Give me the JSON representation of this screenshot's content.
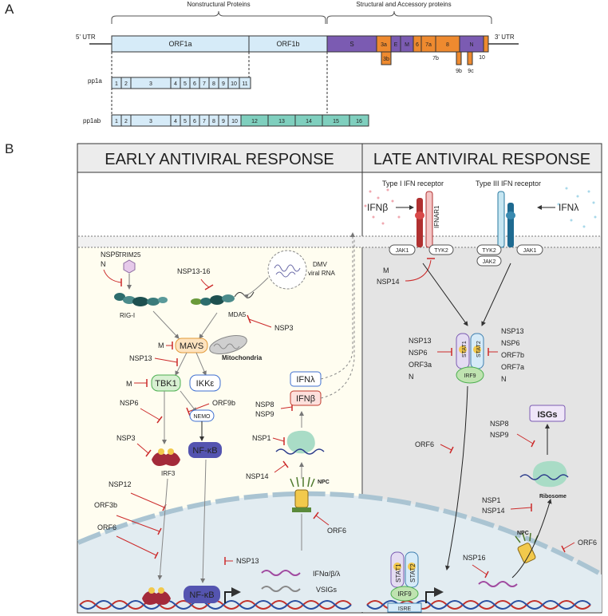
{
  "panelA": {
    "label": "A",
    "header_left": "Nonstructural Proteins",
    "header_right": "Structural and Accessory proteins",
    "utr5": "5' UTR",
    "utr3": "3' UTR",
    "orf1a": "ORF1a",
    "orf1b": "ORF1b",
    "structural": [
      "S",
      "3a",
      "E",
      "M",
      "6",
      "7a",
      "8",
      "N"
    ],
    "accessory_below": [
      "3b",
      "7b",
      "9b",
      "9c",
      "10"
    ],
    "pp1a_label": "pp1a",
    "pp1ab_label": "pp1ab",
    "pp1a_nsps": [
      "1",
      "2",
      "3",
      "4",
      "5",
      "6",
      "7",
      "8",
      "9",
      "10",
      "11"
    ],
    "pp1ab_nsps": [
      "1",
      "2",
      "3",
      "4",
      "5",
      "6",
      "7",
      "8",
      "9",
      "10",
      "12",
      "13",
      "14",
      "15",
      "16"
    ]
  },
  "panelB": {
    "label": "B",
    "early_title": "EARLY ANTIVIRAL RESPONSE",
    "late_title": "LATE ANTIVIRAL RESPONSE",
    "early": {
      "nsp5": "NSP5",
      "n": "N",
      "trim25": "TRIM25",
      "rigi": "RIG-I",
      "nsp1316": "NSP13-16",
      "mda5": "MDA5",
      "dmv": "DMV",
      "viral_rna": "viral RNA",
      "nsp3_mda5": "NSP3",
      "m_mavs": "M",
      "mavs": "MAVS",
      "mitochondria": "Mitochondria",
      "nsp13_mavs": "NSP13",
      "m_tbk1": "M",
      "tbk1": "TBK1",
      "ikke": "IKKε",
      "nsp6": "NSP6",
      "orf9b": "ORF9b",
      "nemo": "NEMO",
      "nsp3_irf3": "NSP3",
      "irf3": "IRF3",
      "nfkb": "NF-κB",
      "nsp12": "NSP12",
      "orf3b": "ORF3b",
      "orf6": "ORF6",
      "nsp13_nuc": "NSP13",
      "nfkb_nuc": "NF-κB",
      "ifn_lambda": "IFNλ",
      "ifn_beta": "IFNβ",
      "nsp8": "NSP8",
      "nsp9": "NSP9",
      "nsp1": "NSP1",
      "nsp14": "NSP14",
      "npc": "NPC",
      "orf6_npc": "ORF6",
      "ifn_abl": "IFNα/β/λ",
      "vsigs": "VSIGs"
    },
    "late": {
      "type1": "Type I IFN receptor",
      "type3": "Type III IFN receptor",
      "ifnb": "IFNβ",
      "ifnl": "IFNλ",
      "ifnar1": "IFNAR1",
      "jak1_l": "JAK1",
      "tyk2_l": "TYK2",
      "tyk2_r": "TYK2",
      "jak2_r": "JAK2",
      "jak1_r": "JAK1",
      "m": "M",
      "nsp14": "NSP14",
      "left_inhib": [
        "NSP13",
        "NSP6",
        "ORF3a",
        "N"
      ],
      "right_inhib": [
        "NSP13",
        "NSP6",
        "ORF7b",
        "ORF7a",
        "N"
      ],
      "stat1": "STAT1",
      "stat2": "STAT2",
      "irf9": "IRF9",
      "orf6": "ORF6",
      "nsp8": "NSP8",
      "nsp9": "NSP9",
      "isgs": "ISGs",
      "ribosome": "Ribosome",
      "nsp1": "NSP1",
      "nsp14_b": "NSP14",
      "npc": "NPC",
      "orf6_npc": "ORF6",
      "nsp16": "NSP16",
      "isre": "ISRE",
      "stat1_n": "STAT1",
      "stat2_n": "STAT2",
      "irf9_n": "IRF9"
    }
  },
  "colors": {
    "orf_blue": "#d6ebf8",
    "nsp_teal": "#7fcfbe",
    "structural_purple": "#7b5bb2",
    "accessory_orange": "#ee8a2f",
    "inhibit_red": "#cc2a2a",
    "early_bg": "#fffdf0",
    "late_bg": "#e7e7e7"
  }
}
